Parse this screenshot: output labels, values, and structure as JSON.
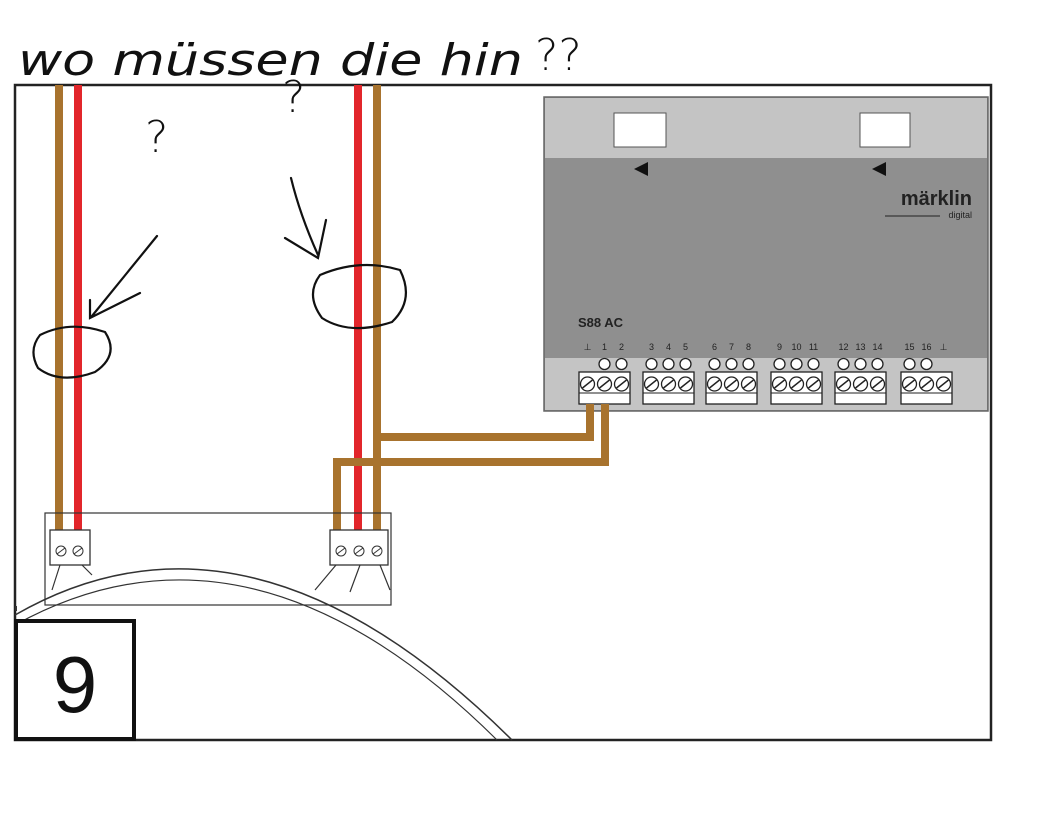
{
  "annotation": {
    "question": "wo müssen die hin",
    "question_marks": "??",
    "mark_left": "?",
    "mark_middle": "?"
  },
  "module": {
    "brand": "märklin",
    "brand_sub": "digital",
    "model": "S88 AC",
    "terminal_labels": [
      "⊥",
      "1",
      "2",
      "3",
      "4",
      "5",
      "6",
      "7",
      "8",
      "9",
      "10",
      "11",
      "12",
      "13",
      "14",
      "15",
      "16",
      "⊥"
    ]
  },
  "figure_number": "9",
  "colors": {
    "brown_wire": "#a8732e",
    "red_wire": "#e2262b",
    "module_dark": "#8f8f8f",
    "module_light": "#c4c4c4"
  }
}
